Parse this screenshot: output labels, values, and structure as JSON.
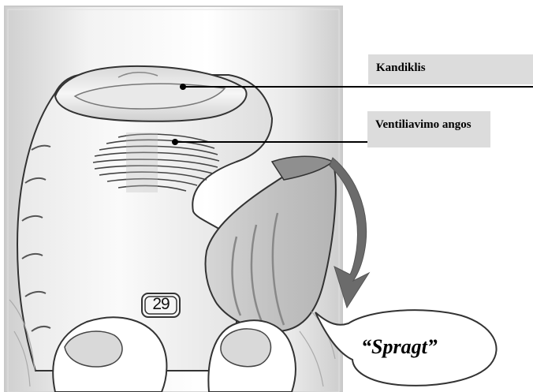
{
  "labels": {
    "mouthpiece": "Kandiklis",
    "vents": "Ventiliavimo angos"
  },
  "dose_counter": "29",
  "sound_callout": "“Spragt”",
  "colors": {
    "frame": "#c9c9c9",
    "device_light": "#f4f4f4",
    "device_shade": "#cfcfcf",
    "cover": "#c4c4c4",
    "outline": "#333333",
    "arrow": "#6b6b6b",
    "label_bg": "#dcdcdc"
  },
  "icons": [
    "rotation-arrow-icon"
  ]
}
